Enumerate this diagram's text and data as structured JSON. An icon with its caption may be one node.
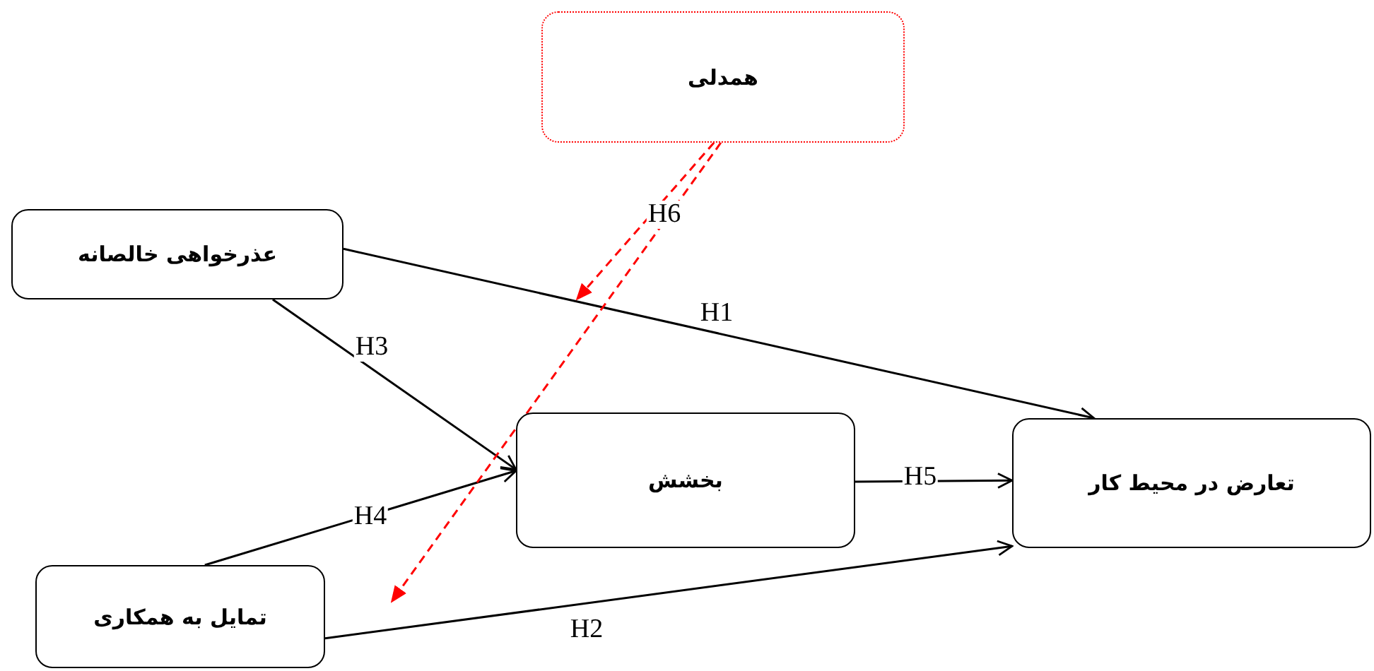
{
  "diagram": {
    "nodes": [
      {
        "text": [
          "همدلی"
        ]
      },
      {
        "text": [
          "عذرخواهی خالصانه"
        ]
      },
      {
        "text": [
          "بخشش"
        ]
      },
      {
        "text": [
          "تعارض در محیط کار"
        ]
      },
      {
        "text": [
          "تمایل به همکاری"
        ]
      }
    ],
    "edges": [
      {
        "from": 1,
        "to": 3,
        "arrow": "to",
        "label": "H1"
      },
      {
        "from": 1,
        "to": 2,
        "arrow": "to",
        "label": "H3"
      },
      {
        "from": 4,
        "to": 2,
        "arrow": "to",
        "label": "H4"
      },
      {
        "from": 2,
        "to": 3,
        "arrow": "to",
        "label": "H5"
      },
      {
        "from": 4,
        "to": 3,
        "arrow": "to",
        "label": "H2"
      },
      {
        "from": 0,
        "to": null,
        "arrow": "to",
        "label": "H6",
        "style": "dashed",
        "color": "#ff0000"
      },
      {
        "from": 0,
        "to": null,
        "arrow": "to",
        "style": "dashed",
        "color": "#ff0000"
      }
    ]
  }
}
